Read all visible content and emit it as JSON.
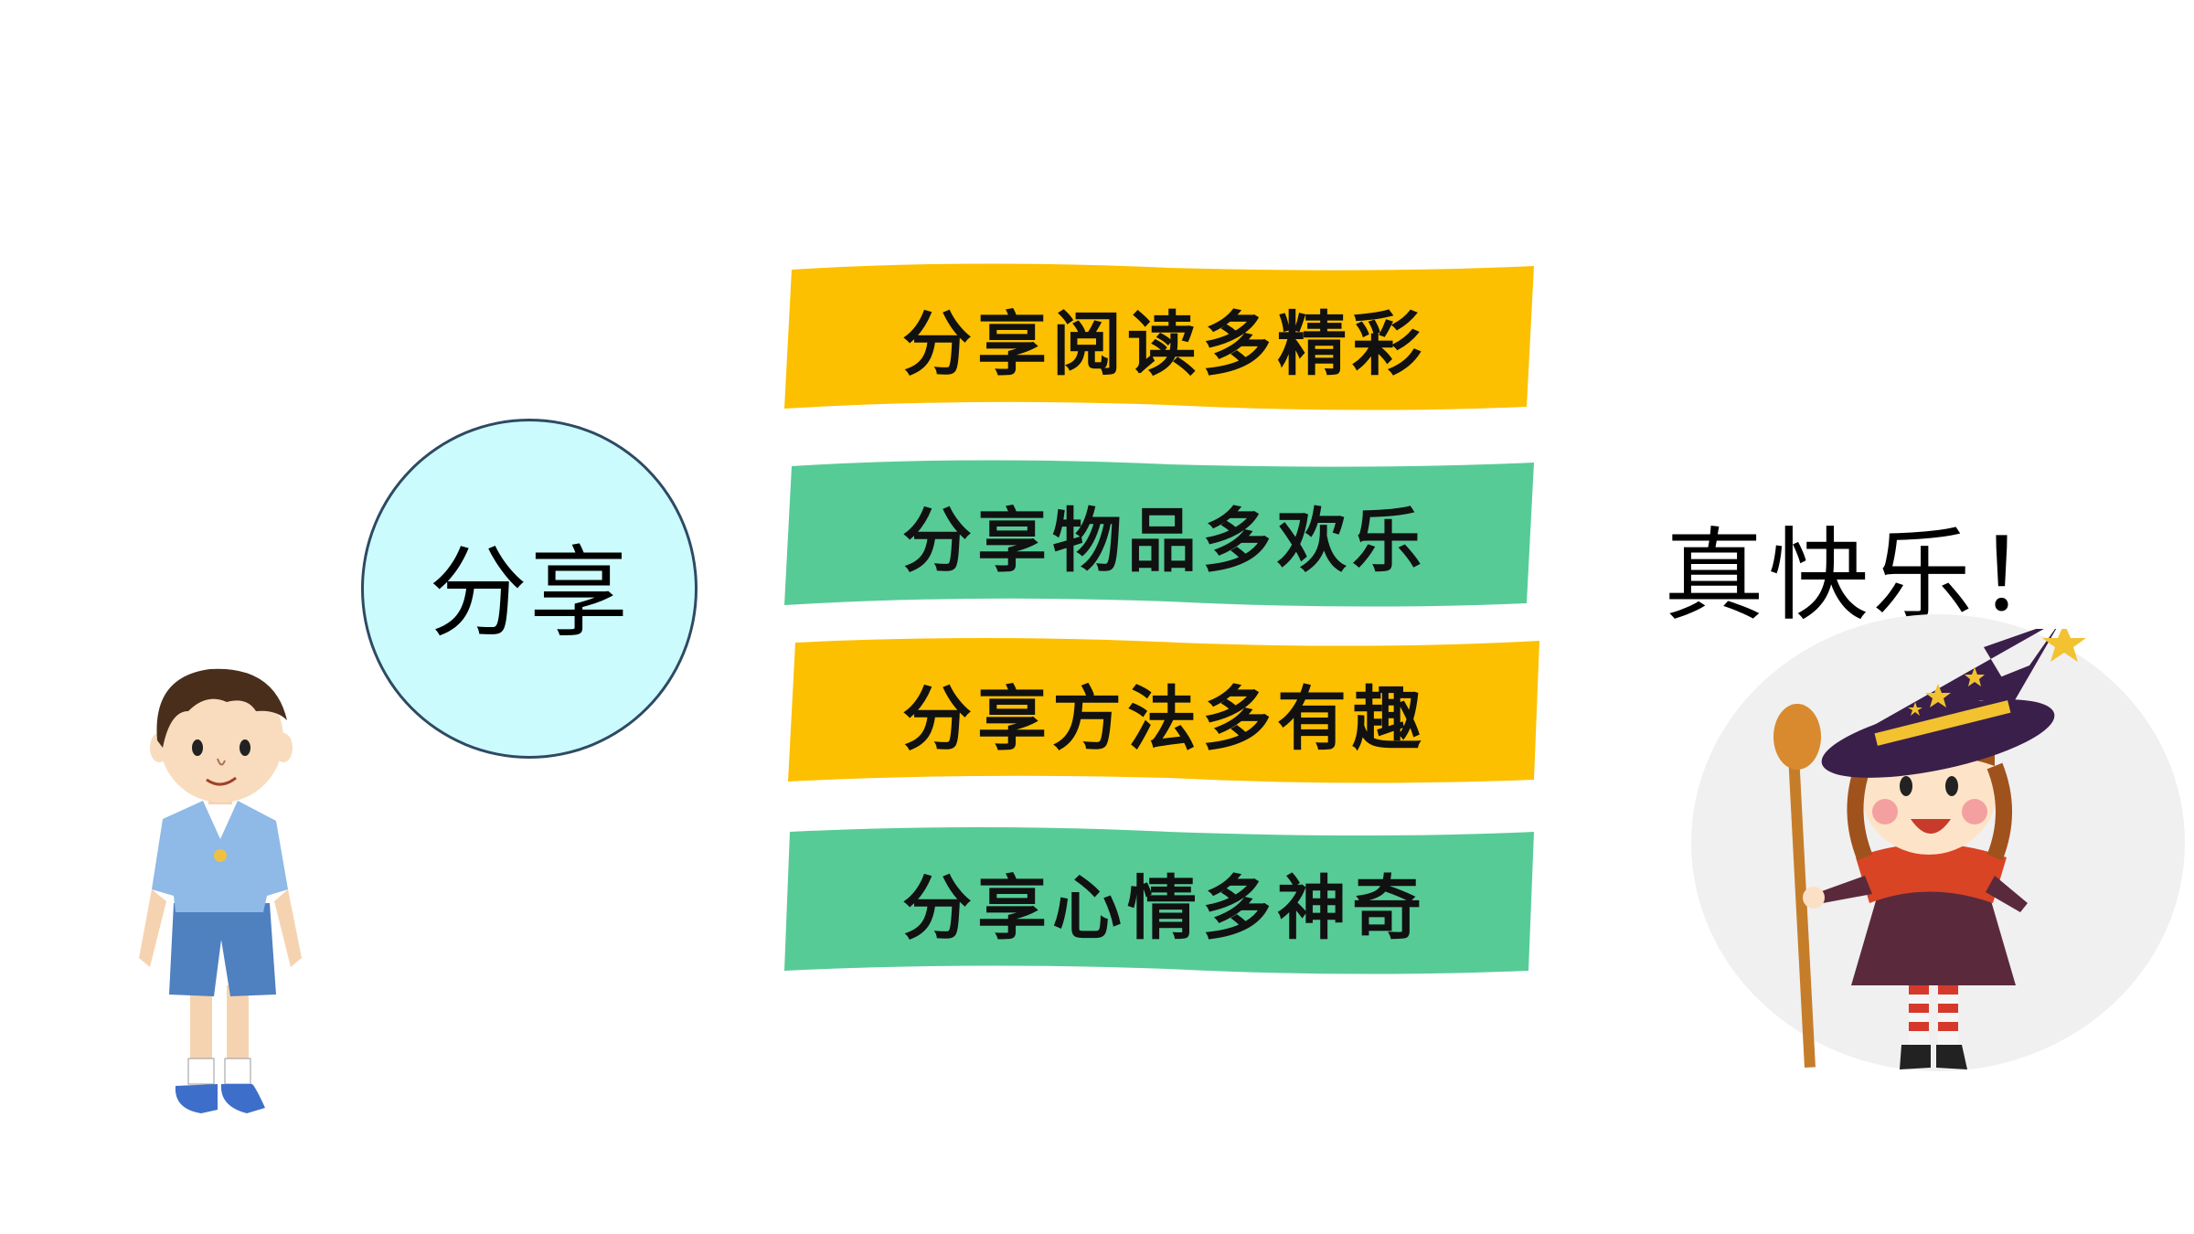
{
  "center": {
    "label": "分享"
  },
  "banners": [
    {
      "label": "分享阅读多精彩",
      "color": "#fcc000"
    },
    {
      "label": "分享物品多欢乐",
      "color": "#57cb96"
    },
    {
      "label": "分享方法多有趣",
      "color": "#fcc000"
    },
    {
      "label": "分享心情多神奇",
      "color": "#57cb96"
    }
  ],
  "speech": {
    "text": "真快乐！"
  },
  "colors": {
    "circle_fill": "#ccfbfd",
    "circle_stroke": "#2e4a63",
    "yellow": "#fcc000",
    "green": "#57cb96"
  },
  "illustrations": {
    "left": "boy-illustration",
    "right": "witch-illustration"
  }
}
